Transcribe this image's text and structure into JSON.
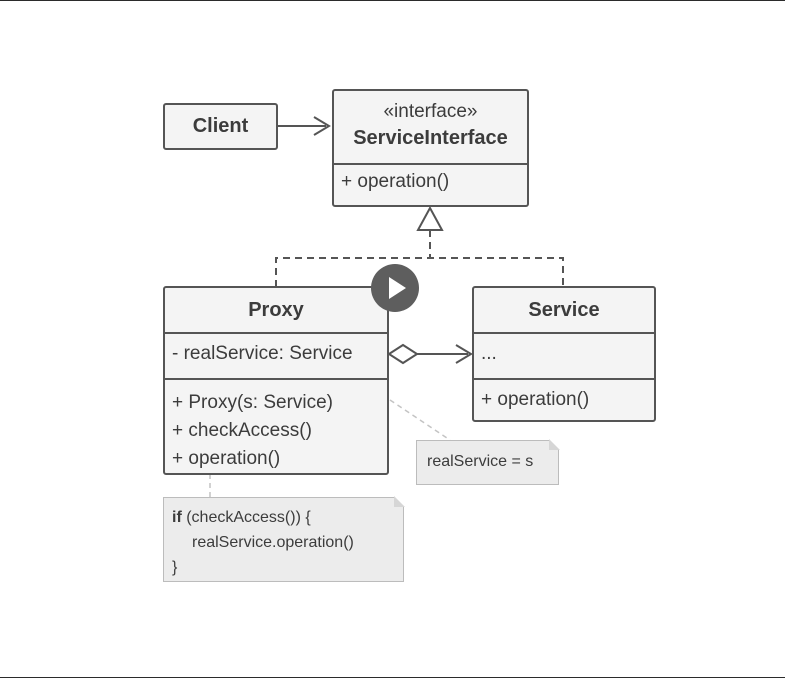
{
  "client": {
    "title": "Client"
  },
  "service_interface": {
    "stereotype": "«interface»",
    "title": "ServiceInterface",
    "methods": [
      "+ operation()"
    ]
  },
  "proxy": {
    "title": "Proxy",
    "fields": [
      "- realService: Service"
    ],
    "methods": [
      "+ Proxy(s: Service)",
      "+ checkAccess()",
      "+ operation()"
    ]
  },
  "service": {
    "title": "Service",
    "fields": [
      "..."
    ],
    "methods": [
      "+ operation()"
    ]
  },
  "notes": {
    "constructor": "realService = s",
    "operation_keyword": "if",
    "operation_line1": " (checkAccess()) {",
    "operation_line2": "realService.operation()",
    "operation_line3": "}"
  },
  "colors": {
    "box_fill": "#f4f4f4",
    "box_stroke": "#555555",
    "note_fill": "#ececec",
    "player_button": "#5e5e5e"
  },
  "icons": {
    "player": "play-icon"
  }
}
